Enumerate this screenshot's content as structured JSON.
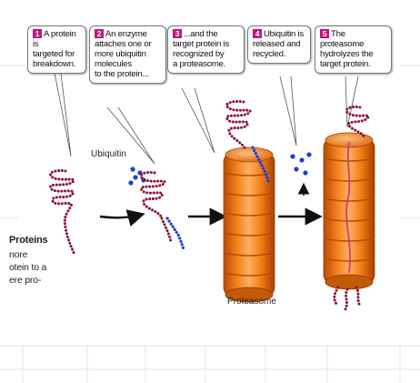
{
  "steps": [
    {
      "num": "1",
      "text": "A protein is\ntargeted for\nbreakdown."
    },
    {
      "num": "2",
      "text": "An enzyme\nattaches one or\nmore ubiquitin\nmolecules\nto the protein..."
    },
    {
      "num": "3",
      "text": "...and the\ntarget protein is\nrecognized by\na proteasome."
    },
    {
      "num": "4",
      "text": "Ubiquitin is\nreleased and\nrecycled."
    },
    {
      "num": "5",
      "text": "The proteasome\nhydrolyzes the\ntarget protein."
    }
  ],
  "labels": {
    "ubiquitin": "Ubiquitin",
    "proteasome": "Proteasome"
  },
  "side_text": {
    "heading": "Proteins",
    "line1": "nore",
    "line2": "otein to a",
    "line3": "ere pro-"
  },
  "colors": {
    "protein": "#8a1436",
    "ubiquitin": "#1f3fd6",
    "proteasome": "#f07a12",
    "badge": "#c0157d",
    "degraded_line": "#d8357a"
  }
}
